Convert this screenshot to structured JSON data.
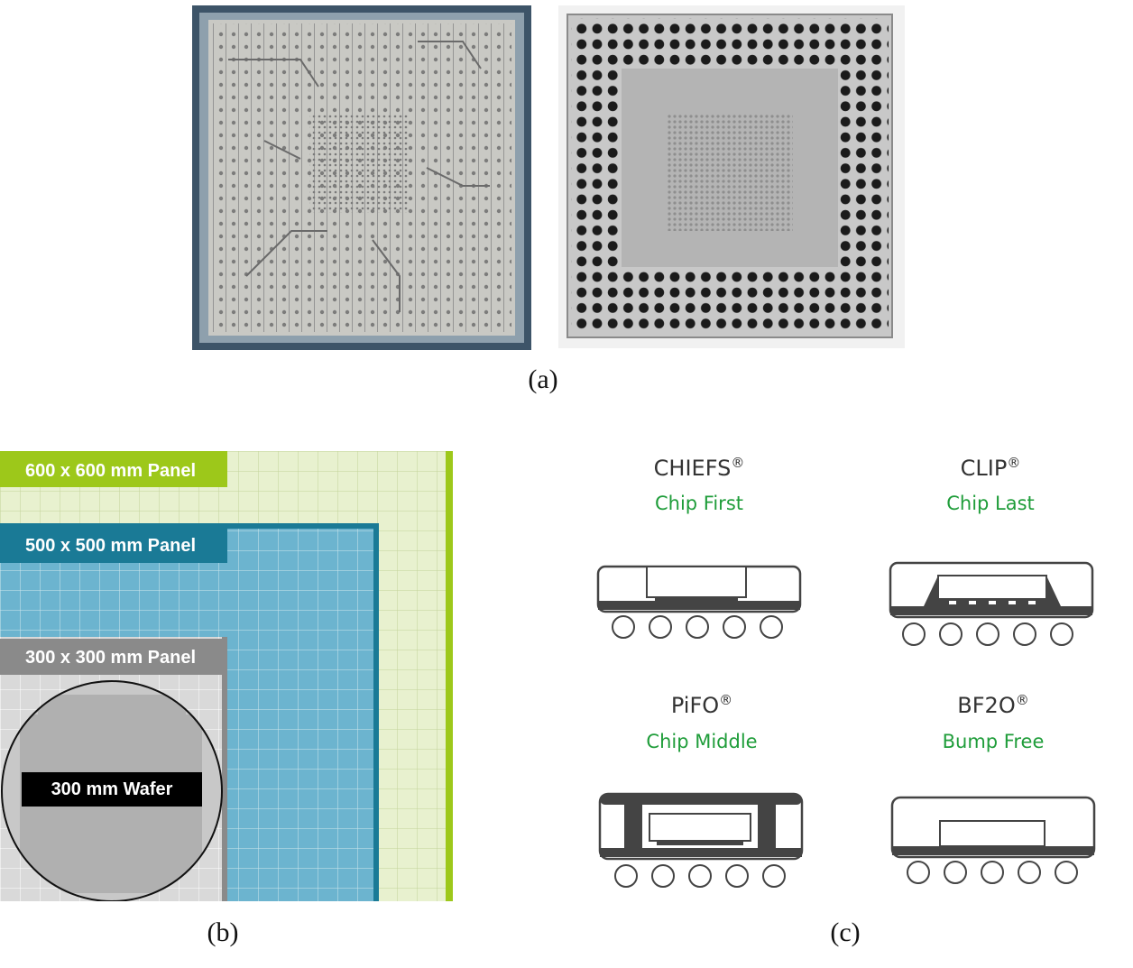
{
  "captions": {
    "a": "(a)",
    "b": "(b)",
    "c": "(c)"
  },
  "panel_b": {
    "panels": [
      {
        "label": "600 x 600 mm Panel",
        "color": "#9dc81a"
      },
      {
        "label": "500 x 500 mm Panel",
        "color": "#1a7a96"
      },
      {
        "label": "300 x 300 mm Panel",
        "color": "#8a8a8a"
      }
    ],
    "wafer_label": "300 mm Wafer"
  },
  "panel_c": {
    "packages": [
      {
        "name": "CHIEFS",
        "mark": "®",
        "subtitle": "Chip First"
      },
      {
        "name": "CLIP",
        "mark": "®",
        "subtitle": "Chip Last"
      },
      {
        "name": "PiFO",
        "mark": "®",
        "subtitle": "Chip Middle"
      },
      {
        "name": "BF2O",
        "mark": "®",
        "subtitle": "Bump Free"
      }
    ],
    "accent": "#1f9d3a"
  }
}
